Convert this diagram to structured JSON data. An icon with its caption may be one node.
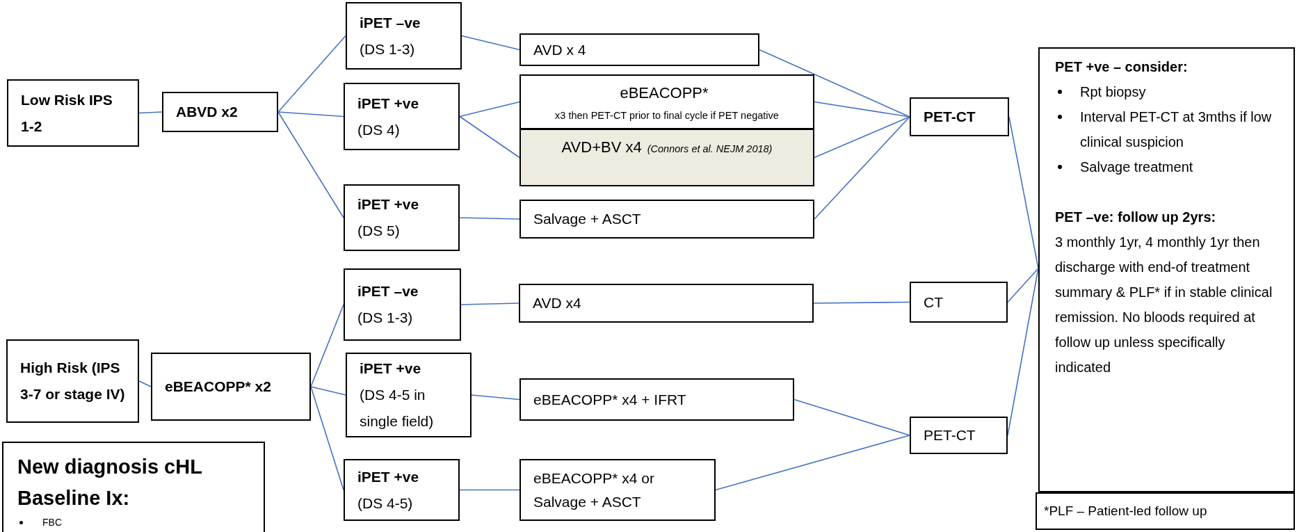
{
  "diagram": {
    "nodes": [
      {
        "text": [
          "Low Risk IPS 1-2"
        ]
      },
      {
        "text": [
          "ABVD x2"
        ]
      },
      {
        "text": [
          "iPET –ve",
          "(DS 1-3)"
        ]
      },
      {
        "text": [
          "iPET +ve",
          "(DS 4)"
        ]
      },
      {
        "text": [
          "iPET +ve",
          "(DS 5)"
        ]
      },
      {
        "text": [
          "AVD x 4"
        ]
      },
      {
        "text": [
          "eBEACOPP*",
          "x3 then PET-CT prior to final cycle if PET negative"
        ]
      },
      {
        "text": [
          "AVD+BV x4",
          "(Connors et al. NEJM 2018)"
        ]
      },
      {
        "text": [
          "Salvage + ASCT"
        ]
      },
      {
        "text": [
          "PET-CT"
        ]
      },
      {
        "text": [
          "PET +ve – consider:",
          "Rpt biopsy",
          "Interval PET-CT at 3mths if low clinical suspicion",
          "Salvage treatment",
          "PET –ve: follow up 2yrs:",
          "3 monthly 1yr, 4 monthly 1yr then discharge with end-of treatment summary & PLF* if in stable clinical remission. No bloods required at follow up unless specifically indicated"
        ]
      },
      {
        "text": [
          "High Risk (IPS 3-7 or stage IV)"
        ]
      },
      {
        "text": [
          "eBEACOPP* x2"
        ]
      },
      {
        "text": [
          "iPET –ve",
          "(DS 1-3)"
        ]
      },
      {
        "text": [
          "iPET +ve",
          "(DS 4-5 in single field)"
        ]
      },
      {
        "text": [
          "iPET +ve",
          "(DS 4-5)"
        ]
      },
      {
        "text": [
          "AVD x4"
        ]
      },
      {
        "text": [
          "CT"
        ]
      },
      {
        "text": [
          "eBEACOPP* x4 + IFRT"
        ]
      },
      {
        "text": [
          "PET-CT"
        ]
      },
      {
        "text": [
          "eBEACOPP* x4 or Salvage + ASCT"
        ]
      },
      {
        "text": [
          "New diagnosis cHL Baseline Ix:",
          "FBC"
        ]
      },
      {
        "text": [
          "*PLF – Patient-led follow up"
        ]
      }
    ],
    "edges": [
      {
        "from": 0,
        "to": 1,
        "arrow": "none"
      },
      {
        "from": 1,
        "to": 2,
        "arrow": "none"
      },
      {
        "from": 1,
        "to": 3,
        "arrow": "none"
      },
      {
        "from": 1,
        "to": 4,
        "arrow": "none"
      },
      {
        "from": 2,
        "to": 5,
        "arrow": "none"
      },
      {
        "from": 3,
        "to": 6,
        "arrow": "none"
      },
      {
        "from": 3,
        "to": 7,
        "arrow": "none"
      },
      {
        "from": 4,
        "to": 8,
        "arrow": "none"
      },
      {
        "from": 5,
        "to": 9,
        "arrow": "none"
      },
      {
        "from": 6,
        "to": 9,
        "arrow": "none"
      },
      {
        "from": 7,
        "to": 9,
        "arrow": "none"
      },
      {
        "from": 8,
        "to": 9,
        "arrow": "none"
      },
      {
        "from": 9,
        "to": 10,
        "arrow": "none"
      },
      {
        "from": 11,
        "to": 12,
        "arrow": "none"
      },
      {
        "from": 12,
        "to": 13,
        "arrow": "none"
      },
      {
        "from": 12,
        "to": 14,
        "arrow": "none"
      },
      {
        "from": 12,
        "to": 15,
        "arrow": "none"
      },
      {
        "from": 13,
        "to": 16,
        "arrow": "none"
      },
      {
        "from": 14,
        "to": 18,
        "arrow": "none"
      },
      {
        "from": 15,
        "to": 20,
        "arrow": "none"
      },
      {
        "from": 16,
        "to": 17,
        "arrow": "none"
      },
      {
        "from": 18,
        "to": 19,
        "arrow": "none"
      },
      {
        "from": 20,
        "to": 19,
        "arrow": "none"
      },
      {
        "from": 17,
        "to": 10,
        "arrow": "none"
      },
      {
        "from": 19,
        "to": 10,
        "arrow": "none"
      }
    ]
  }
}
